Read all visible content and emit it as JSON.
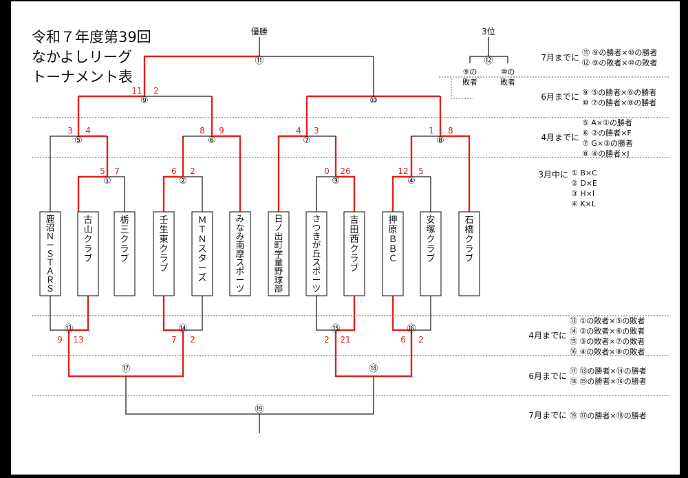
{
  "title": [
    "令和７年度第39回",
    "なかよしリーグ",
    "トーナメント表"
  ],
  "labels": {
    "champion": "優勝",
    "third_place": "3位",
    "third_left": [
      "⑨の",
      "敗者"
    ],
    "third_right": [
      "⑩の",
      "敗者"
    ]
  },
  "teams": [
    "鹿沼Ｎ－ＳＴＡＲＳ",
    "古山クラブ",
    "栃三クラブ",
    "壬生東クラブ",
    "ＭＴＮスターズ",
    "みなみ南摩スポーツ",
    "日ノ出町学童野球部",
    "さつきが丘スポーツ",
    "吉田西クラブ",
    "押原ＢＢＣ",
    "安塚クラブ",
    "石橋クラブ"
  ],
  "games": {
    "1": "①",
    "2": "②",
    "3": "③",
    "4": "④",
    "5": "⑤",
    "6": "⑥",
    "7": "⑦",
    "8": "⑧",
    "9": "⑨",
    "10": "⑩",
    "11": "⑪",
    "12": "⑫",
    "13": "⑬",
    "14": "⑭",
    "15": "⑮",
    "16": "⑯",
    "17": "⑰",
    "18": "⑱",
    "19": "⑲"
  },
  "scores": {
    "g1": [
      "5",
      "7"
    ],
    "g2": [
      "6",
      "2"
    ],
    "g3": [
      "0",
      "26"
    ],
    "g4": [
      "12",
      "5"
    ],
    "g5": [
      "3",
      "4"
    ],
    "g6": [
      "8",
      "9"
    ],
    "g7": [
      "4",
      "3"
    ],
    "g8": [
      "1",
      "8"
    ],
    "g9": [
      "11",
      "2"
    ],
    "g13": [
      "9",
      "13"
    ],
    "g14": [
      "7",
      "2"
    ],
    "g15": [
      "2",
      "21"
    ],
    "g16": [
      "6",
      "2"
    ]
  },
  "schedule": [
    {
      "deadline": "7月までに",
      "lines": [
        "⑪ ⑨の勝者×⑩の勝者",
        "⑫ ⑨の敗者×⑩の敗者"
      ]
    },
    {
      "deadline": "6月までに",
      "lines": [
        "⑨ ⑤の勝者×⑥の勝者",
        "⑩ ⑦の勝者×⑧の勝者"
      ]
    },
    {
      "deadline": "4月までに",
      "lines": [
        "⑤ A×①の勝者",
        "⑥ ②の勝者×F",
        "⑦ G×③の勝者",
        "⑧ ④の勝者×J"
      ]
    },
    {
      "deadline": "3月中に",
      "lines": [
        "① B×C",
        "② D×E",
        "③ H×I",
        "④ K×L"
      ]
    },
    {
      "deadline": "4月までに",
      "lines": [
        "⑬ ①の敗者×⑤の敗者",
        "⑭ ②の敗者×⑥の敗者",
        "⑮ ③の敗者×⑦の敗者",
        "⑯ ④の敗者×⑧の敗者"
      ]
    },
    {
      "deadline": "6月までに",
      "lines": [
        "⑰ ⑬の勝者×⑭の勝者",
        "⑱ ⑮の勝者×⑯の勝者"
      ]
    },
    {
      "deadline": "7月までに",
      "lines": [
        "⑲ ⑰の勝者×⑱の勝者"
      ]
    }
  ],
  "colors": {
    "win": "#e0201c",
    "line": "#222222",
    "score": "#e0201c"
  }
}
